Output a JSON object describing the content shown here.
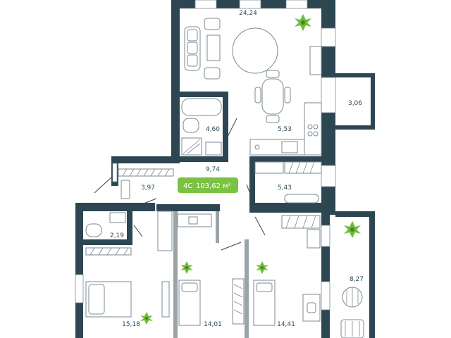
{
  "apartment": {
    "type_label": "4С",
    "total_area": "103,62",
    "unit": "м²",
    "accent_color": "#7cc242",
    "wall_color": "#2c4652"
  },
  "rooms": [
    {
      "id": "living-kitchen",
      "area": "24,24"
    },
    {
      "id": "balcony-right",
      "area": "3,06"
    },
    {
      "id": "bathroom",
      "area": "4,60"
    },
    {
      "id": "kitchen",
      "area": "5,53"
    },
    {
      "id": "hall",
      "area": "9,74"
    },
    {
      "id": "entrance",
      "area": "3,97"
    },
    {
      "id": "laundry",
      "area": "5,43"
    },
    {
      "id": "wc",
      "area": "2,19"
    },
    {
      "id": "bedroom-master",
      "area": "15,18"
    },
    {
      "id": "bedroom-middle",
      "area": "14,01"
    },
    {
      "id": "bedroom-right",
      "area": "14,41"
    },
    {
      "id": "loggia",
      "area": "8,27"
    }
  ]
}
